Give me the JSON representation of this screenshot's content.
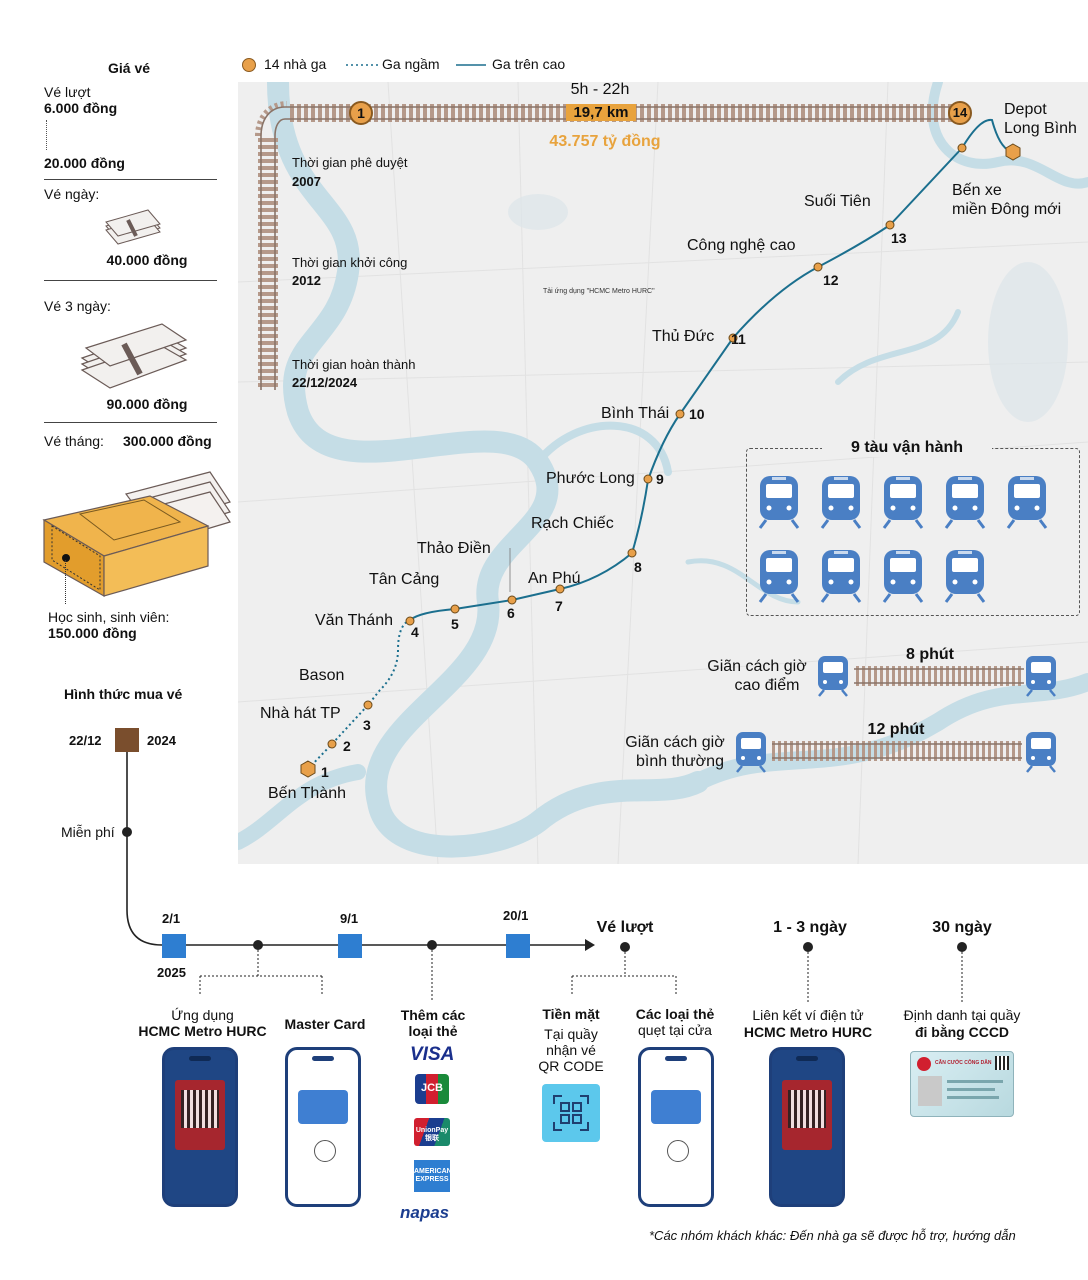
{
  "legend": {
    "stations": "14 nhà ga",
    "underground": "Ga ngầm",
    "elevated": "Ga trên cao"
  },
  "colors": {
    "station": "#e8a04a",
    "line": "#1b6f8e",
    "train": "#4a7fc4",
    "timeline_box": "#2e7ed1",
    "gold": "#e8a33d"
  },
  "fares": {
    "title": "Giá vé",
    "single_label": "Vé lượt",
    "single_min": "6.000 đồng",
    "single_max": "20.000 đồng",
    "day_label": "Vé ngày:",
    "day_price": "40.000 đồng",
    "three_day_label": "Vé 3 ngày:",
    "three_day_price": "90.000 đồng",
    "month_label": "Vé tháng:",
    "month_price": "300.000 đồng",
    "student_label": "Học sinh, sinh viên:",
    "student_price": "150.000 đồng"
  },
  "top": {
    "hours": "5h - 22h",
    "length": "19,7 km",
    "cost": "43.757 tỷ đồng",
    "start_num": "1",
    "end_num": "14",
    "depot": [
      "Depot",
      "Long Bình"
    ],
    "app_note": "Tải ứng dụng \"HCMC Metro HURC\""
  },
  "milestones": [
    {
      "label": "Thời gian phê duyệt",
      "value": "2007"
    },
    {
      "label": "Thời gian khởi công",
      "value": "2012"
    },
    {
      "label": "Thời gian hoàn thành",
      "value": "22/12/2024"
    }
  ],
  "stations": [
    {
      "num": "1",
      "name": "Bến Thành"
    },
    {
      "num": "2",
      "name": "Nhà hát TP"
    },
    {
      "num": "3",
      "name": "Bason"
    },
    {
      "num": "4",
      "name": "Văn Thánh"
    },
    {
      "num": "5",
      "name": "Tân Cảng"
    },
    {
      "num": "6",
      "name": "Thảo Điền"
    },
    {
      "num": "7",
      "name": "An Phú"
    },
    {
      "num": "8",
      "name": "Rạch Chiếc"
    },
    {
      "num": "9",
      "name": "Phước Long"
    },
    {
      "num": "10",
      "name": "Bình Thái"
    },
    {
      "num": "11",
      "name": "Thủ Đức"
    },
    {
      "num": "12",
      "name": "Công nghệ cao"
    },
    {
      "num": "13",
      "name": "Suối Tiên"
    },
    {
      "num": "14",
      "name": "Bến xe miền Đông mới"
    }
  ],
  "station14_lines": [
    "Bến xe",
    "miền Đông mới"
  ],
  "trains": {
    "title": "9 tàu vận hành",
    "count": 9
  },
  "headway": {
    "peak_label": [
      "Giãn cách giờ",
      "cao điểm"
    ],
    "peak_value": "8 phút",
    "normal_label": [
      "Giãn cách giờ",
      "bình thường"
    ],
    "normal_value": "12 phút"
  },
  "purchase": {
    "title": "Hình thức mua vé",
    "start_day": "22/12",
    "start_year": "2024",
    "free": "Miễn phí",
    "year_2025": "2025",
    "dates": [
      "2/1",
      "9/1",
      "20/1"
    ],
    "single_ticket": "Vé lượt",
    "one_three": "1 - 3 ngày",
    "thirty": "30 ngày"
  },
  "methods": {
    "app_label": "Ứng dụng",
    "app_name": "HCMC Metro HURC",
    "mastercard": "Master Card",
    "more_cards": [
      "Thêm các",
      "loại thẻ"
    ],
    "card_brands": [
      "VISA",
      "JCB",
      "UnionPay 银联",
      "AMERICAN EXPRESS",
      "napas"
    ],
    "cash": "Tiền mặt",
    "cash_desc": [
      "Tại quầy",
      "nhận vé",
      "QR CODE"
    ],
    "card_types": "Các loại thẻ",
    "card_types_desc": "quẹt tại cửa",
    "wallet_label": "Liên kết ví điện tử",
    "wallet_name": "HCMC Metro HURC",
    "id_label": "Định danh tại quầy",
    "id_name": "đi bằng CCCD",
    "id_card_title": "CĂN CƯỚC CÔNG DÂN"
  },
  "footnote": "*Các nhóm khách khác: Đến nhà ga sẽ được hỗ trợ, hướng dẫn"
}
